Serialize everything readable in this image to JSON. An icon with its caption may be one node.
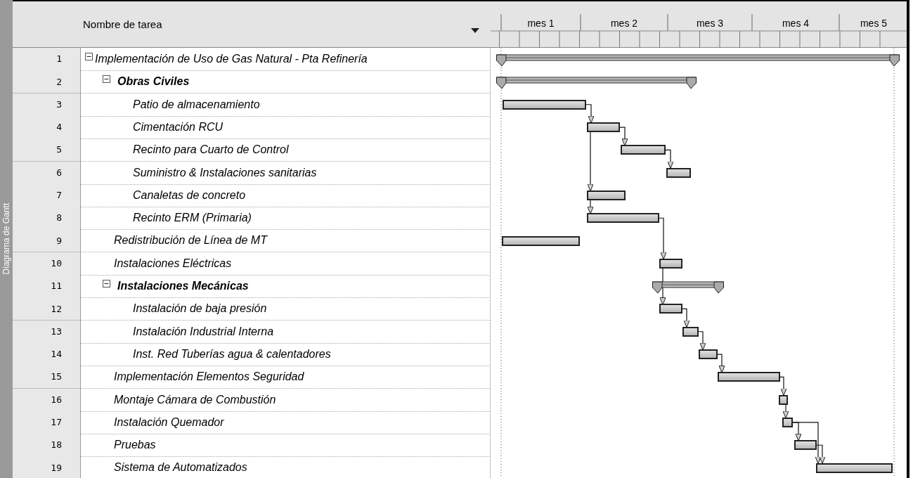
{
  "diagram": {
    "nodes": [
      {
        "text": [],
        "shape": "bar"
      },
      {
        "text": [],
        "shape": "bar"
      },
      {
        "text": [],
        "shape": "bar"
      },
      {
        "text": [],
        "shape": "bar"
      },
      {
        "text": [],
        "shape": "bar"
      },
      {
        "text": [],
        "shape": "bar"
      },
      {
        "text": [],
        "shape": "bar"
      },
      {
        "text": [],
        "shape": "bar"
      },
      {
        "text": [],
        "shape": "bar"
      },
      {
        "text": [],
        "shape": "bar"
      },
      {
        "text": [],
        "shape": "bar"
      },
      {
        "text": [],
        "shape": "bar"
      },
      {
        "text": [],
        "shape": "bar"
      },
      {
        "text": [],
        "shape": "bar"
      },
      {
        "text": [],
        "shape": "bar"
      },
      {
        "text": [],
        "shape": "bar"
      },
      {
        "text": [],
        "shape": "bar"
      },
      {
        "text": [],
        "shape": "bar"
      },
      {
        "text": [],
        "shape": "bar"
      }
    ],
    "edges": [
      {
        "from": 2,
        "to": 3,
        "arrow": "to"
      },
      {
        "from": 3,
        "to": 4,
        "arrow": "to"
      },
      {
        "from": 4,
        "to": 5,
        "arrow": "to"
      },
      {
        "from": 3,
        "to": 6,
        "arrow": "to"
      },
      {
        "from": 6,
        "to": 7,
        "arrow": "to"
      },
      {
        "from": 7,
        "to": 9,
        "arrow": "to"
      },
      {
        "from": 9,
        "to": 11,
        "arrow": "to"
      },
      {
        "from": 11,
        "to": 12,
        "arrow": "to"
      },
      {
        "from": 12,
        "to": 13,
        "arrow": "to"
      },
      {
        "from": 13,
        "to": 14,
        "arrow": "to"
      },
      {
        "from": 14,
        "to": 15,
        "arrow": "to"
      },
      {
        "from": 15,
        "to": 16,
        "arrow": "to"
      },
      {
        "from": 16,
        "to": 17,
        "arrow": "to"
      },
      {
        "from": 16,
        "to": 18,
        "arrow": "to"
      },
      {
        "from": 17,
        "to": 18,
        "arrow": "to"
      }
    ],
    "labels": [
      "Nombre de tarea",
      "mes 1",
      "mes 2",
      "mes 3",
      "mes 4",
      "mes 5",
      "1",
      "Implementación de Uso de Gas Natural - Pta Refinería",
      "2",
      "Obras Civiles",
      "3",
      "Patio de almacenamiento",
      "4",
      "Cimentación RCU",
      "5",
      "Recinto para Cuarto de Control",
      "6",
      "Suministro & Instalaciones sanitarias",
      "7",
      "Canaletas de concreto",
      "8",
      "Recinto ERM (Primaria)",
      "9",
      "Redistribución de Línea de MT",
      "10",
      "Instalaciones Eléctricas",
      "11",
      "Instalaciones Mecánicas",
      "12",
      "Instalación de baja presión",
      "13",
      "Instalación Industrial Interna",
      "14",
      "Inst. Red Tuberías agua & calentadores",
      "15",
      "Implementación Elementos Seguridad",
      "16",
      "Montaje Cámara de Combustión",
      "17",
      "Instalación Quemador",
      "18",
      "Pruebas",
      "19",
      "Sistema de Automatizados",
      "Diagrama de Gantt"
    ]
  }
}
